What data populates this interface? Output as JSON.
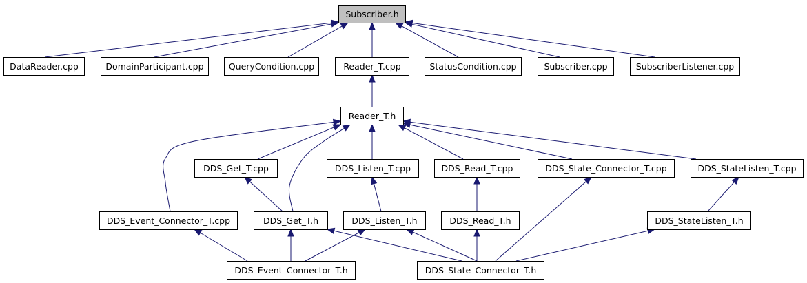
{
  "graph": {
    "nodes": [
      {
        "id": "subscriber_h",
        "label": "Subscriber.h",
        "highlight": true
      },
      {
        "id": "datareader_cpp",
        "label": "DataReader.cpp"
      },
      {
        "id": "domainparticipant_cpp",
        "label": "DomainParticipant.cpp"
      },
      {
        "id": "querycondition_cpp",
        "label": "QueryCondition.cpp"
      },
      {
        "id": "reader_t_cpp",
        "label": "Reader_T.cpp"
      },
      {
        "id": "statuscondition_cpp",
        "label": "StatusCondition.cpp"
      },
      {
        "id": "subscriber_cpp",
        "label": "Subscriber.cpp"
      },
      {
        "id": "subscriberlistener_cpp",
        "label": "SubscriberListener.cpp"
      },
      {
        "id": "reader_t_h",
        "label": "Reader_T.h"
      },
      {
        "id": "dds_get_t_cpp",
        "label": "DDS_Get_T.cpp"
      },
      {
        "id": "dds_listen_t_cpp",
        "label": "DDS_Listen_T.cpp"
      },
      {
        "id": "dds_read_t_cpp",
        "label": "DDS_Read_T.cpp"
      },
      {
        "id": "dds_state_connector_t_cpp",
        "label": "DDS_State_Connector_T.cpp"
      },
      {
        "id": "dds_statelisten_t_cpp",
        "label": "DDS_StateListen_T.cpp"
      },
      {
        "id": "dds_event_connector_t_cpp",
        "label": "DDS_Event_Connector_T.cpp"
      },
      {
        "id": "dds_get_t_h",
        "label": "DDS_Get_T.h"
      },
      {
        "id": "dds_listen_t_h",
        "label": "DDS_Listen_T.h"
      },
      {
        "id": "dds_read_t_h",
        "label": "DDS_Read_T.h"
      },
      {
        "id": "dds_statelisten_t_h",
        "label": "DDS_StateListen_T.h"
      },
      {
        "id": "dds_event_connector_t_h",
        "label": "DDS_Event_Connector_T.h"
      },
      {
        "id": "dds_state_connector_t_h",
        "label": "DDS_State_Connector_T.h"
      }
    ],
    "edges": [
      {
        "from": "datareader_cpp",
        "to": "subscriber_h"
      },
      {
        "from": "domainparticipant_cpp",
        "to": "subscriber_h"
      },
      {
        "from": "querycondition_cpp",
        "to": "subscriber_h"
      },
      {
        "from": "reader_t_cpp",
        "to": "subscriber_h"
      },
      {
        "from": "statuscondition_cpp",
        "to": "subscriber_h"
      },
      {
        "from": "subscriber_cpp",
        "to": "subscriber_h"
      },
      {
        "from": "subscriberlistener_cpp",
        "to": "subscriber_h"
      },
      {
        "from": "reader_t_h",
        "to": "reader_t_cpp"
      },
      {
        "from": "dds_get_t_cpp",
        "to": "reader_t_h"
      },
      {
        "from": "dds_listen_t_cpp",
        "to": "reader_t_h"
      },
      {
        "from": "dds_read_t_cpp",
        "to": "reader_t_h"
      },
      {
        "from": "dds_state_connector_t_cpp",
        "to": "reader_t_h"
      },
      {
        "from": "dds_statelisten_t_cpp",
        "to": "reader_t_h"
      },
      {
        "from": "dds_event_connector_t_cpp",
        "to": "reader_t_h"
      },
      {
        "from": "dds_get_t_h",
        "to": "reader_t_h"
      },
      {
        "from": "dds_get_t_h",
        "to": "dds_get_t_cpp"
      },
      {
        "from": "dds_listen_t_h",
        "to": "dds_listen_t_cpp"
      },
      {
        "from": "dds_read_t_h",
        "to": "dds_read_t_cpp"
      },
      {
        "from": "dds_statelisten_t_h",
        "to": "dds_statelisten_t_cpp"
      },
      {
        "from": "dds_event_connector_t_h",
        "to": "dds_event_connector_t_cpp"
      },
      {
        "from": "dds_event_connector_t_h",
        "to": "dds_get_t_h"
      },
      {
        "from": "dds_event_connector_t_h",
        "to": "dds_listen_t_h"
      },
      {
        "from": "dds_state_connector_t_h",
        "to": "dds_get_t_h"
      },
      {
        "from": "dds_state_connector_t_h",
        "to": "dds_listen_t_h"
      },
      {
        "from": "dds_state_connector_t_h",
        "to": "dds_read_t_h"
      },
      {
        "from": "dds_state_connector_t_h",
        "to": "dds_statelisten_t_h"
      },
      {
        "from": "dds_state_connector_t_h",
        "to": "dds_state_connector_t_cpp"
      }
    ]
  },
  "colors": {
    "edge": "#191970",
    "root_fill": "#bfbfbf",
    "node_fill": "#ffffff",
    "border": "#000000"
  }
}
